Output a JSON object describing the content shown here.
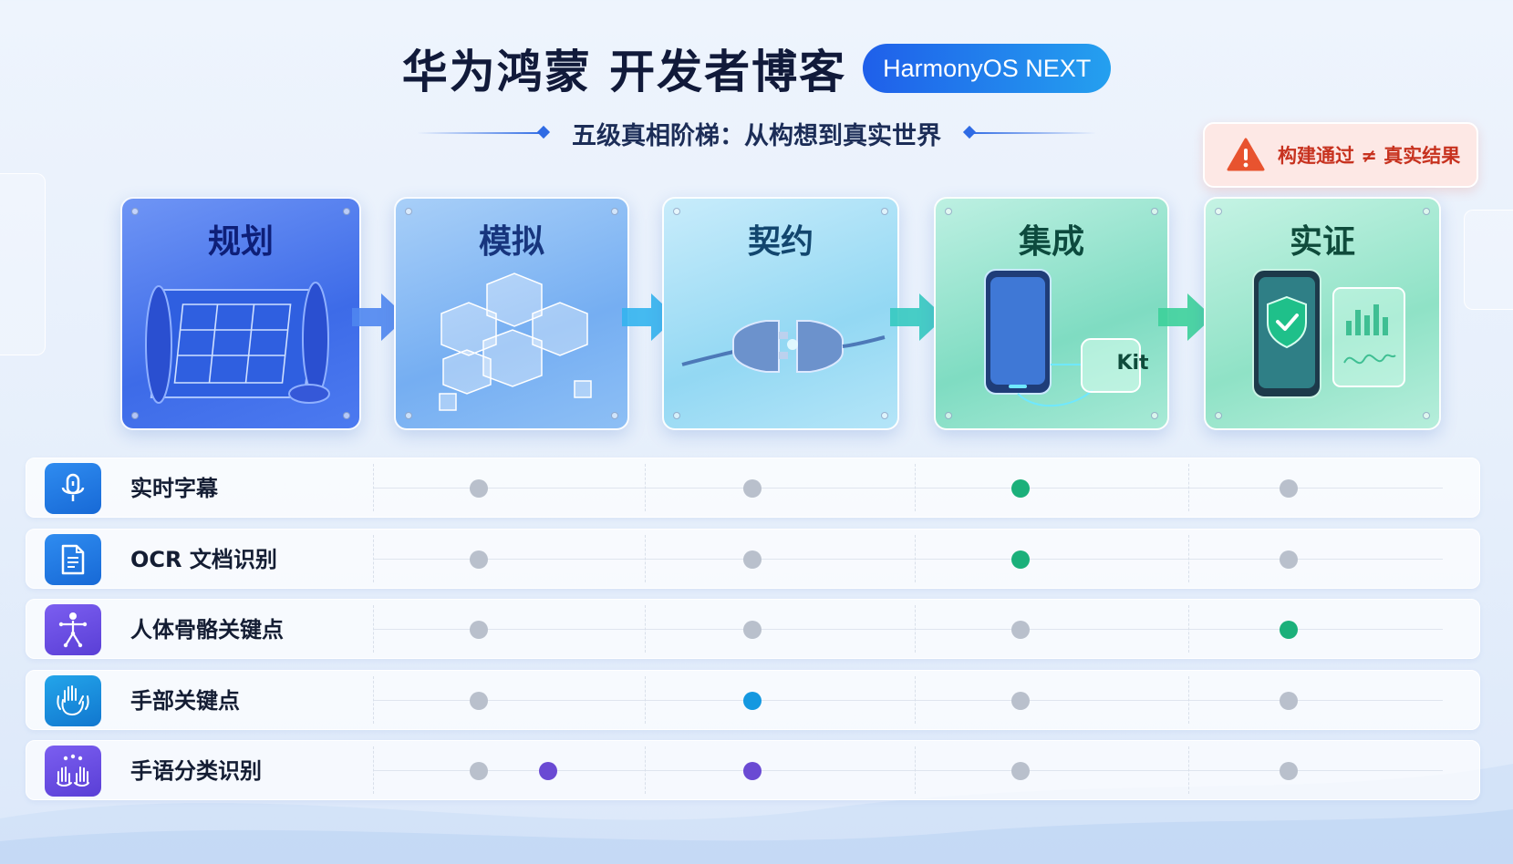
{
  "header": {
    "title": "华为鸿蒙 开发者博客",
    "badge": "HarmonyOS NEXT",
    "subtitle": "五级真相阶梯：从构想到真实世界"
  },
  "warning": {
    "text": "构建通过 ≠ 真实结果",
    "icon": "warning-triangle-icon",
    "color": "#e8532f"
  },
  "stages": [
    {
      "label": "规划",
      "icon": "blueprint-scroll-icon"
    },
    {
      "label": "模拟",
      "icon": "glass-cubes-icon"
    },
    {
      "label": "契约",
      "icon": "plug-connector-icon"
    },
    {
      "label": "集成",
      "icon": "phone-kit-icon",
      "kit_label": "Kit"
    },
    {
      "label": "实证",
      "icon": "phone-shield-chart-icon"
    }
  ],
  "rows": [
    {
      "label": "实时字幕",
      "icon": "microphone-icon",
      "dots": [
        "gray",
        "gray",
        "green",
        "gray"
      ],
      "extra": null
    },
    {
      "label": "OCR 文档识别",
      "icon": "document-icon",
      "dots": [
        "gray",
        "gray",
        "green",
        "gray"
      ],
      "extra": null
    },
    {
      "label": "人体骨骼关键点",
      "icon": "skeleton-icon",
      "dots": [
        "gray",
        "gray",
        "gray",
        "green"
      ],
      "extra": null
    },
    {
      "label": "手部关键点",
      "icon": "hand-icon",
      "dots": [
        "gray",
        "blue",
        "gray",
        "gray"
      ],
      "extra": null
    },
    {
      "label": "手语分类识别",
      "icon": "sign-language-icon",
      "dots": [
        "gray",
        "purple",
        "gray",
        "gray"
      ],
      "extra": "purple"
    }
  ],
  "colors": {
    "green": "#1bb07a",
    "blue": "#1498e0",
    "purple": "#6a4ad3",
    "gray": "#b9c0cc",
    "accent": "#1f5fea"
  }
}
